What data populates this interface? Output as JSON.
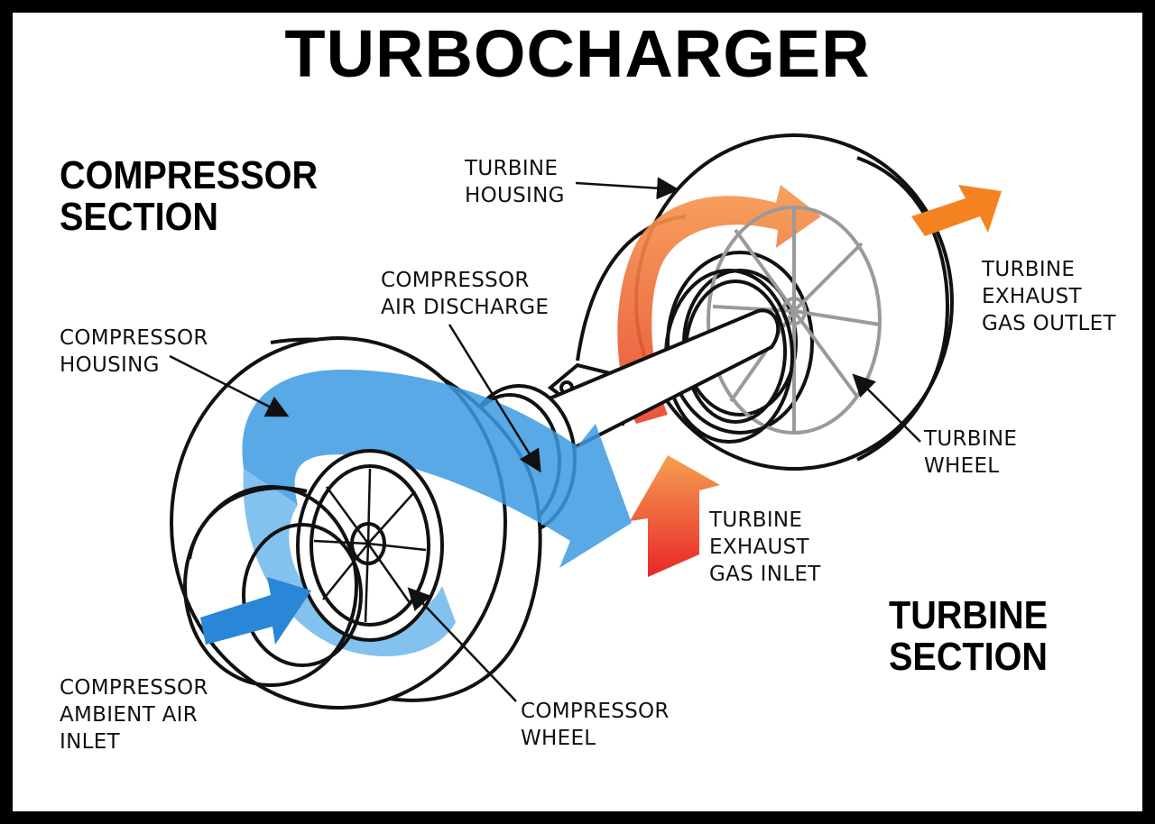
{
  "title": "TURBOCHARGER",
  "sections": {
    "compressor": "COMPRESSOR\nSECTION",
    "turbine": "TURBINE\nSECTION"
  },
  "labels": {
    "turbine_housing": "TURBINE\nHOUSING",
    "compressor_air_discharge": "COMPRESSOR\nAIR DISCHARGE",
    "compressor_housing": "COMPRESSOR\nHOUSING",
    "turbine_exhaust_gas_outlet": "TURBINE\nEXHAUST\nGAS OUTLET",
    "turbine_wheel": "TURBINE\nWHEEL",
    "turbine_exhaust_gas_inlet": "TURBINE\nEXHAUST\nGAS INLET",
    "compressor_ambient_air_inlet": "COMPRESSOR\nAMBIENT AIR\nINLET",
    "compressor_wheel": "COMPRESSOR\nWHEEL"
  },
  "colors": {
    "compressor_flow": "#3b9ae1",
    "turbine_flow": "#f08a3c",
    "exhaust_inlet": "#e8352a",
    "outline": "#111111"
  }
}
